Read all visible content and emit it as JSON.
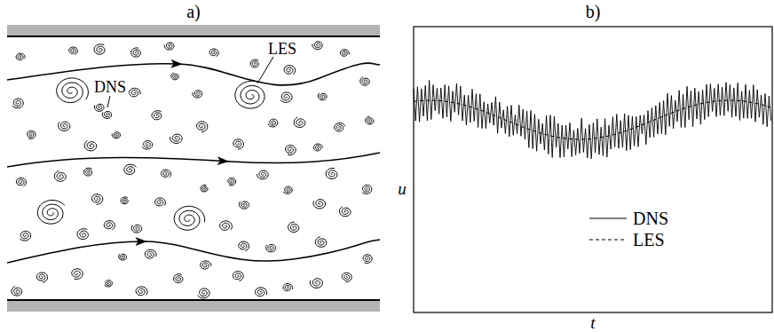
{
  "diagram": {
    "labels": [
      "a)",
      "b)",
      "DNS",
      "LES",
      "u",
      "t"
    ],
    "legend": [
      {
        "text": "DNS"
      },
      {
        "text": "LES"
      }
    ]
  }
}
